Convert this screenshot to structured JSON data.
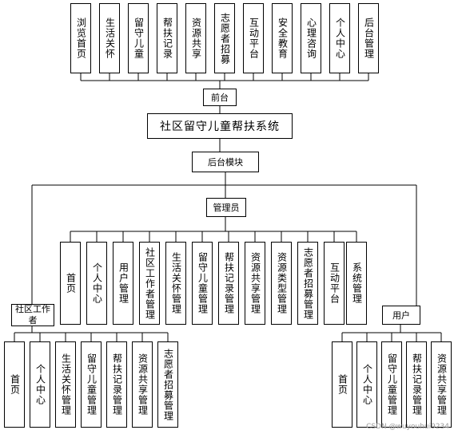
{
  "frontend": {
    "label": "前台",
    "modules": [
      "浏览首页",
      "生活关怀",
      "留守儿童",
      "帮扶记录",
      "资源共享",
      "志愿者招募",
      "互动平台",
      "安全教育",
      "心理咨询",
      "个人中心",
      "后台管理"
    ]
  },
  "system_title": "社区留守儿童帮扶系统",
  "backend": {
    "label": "后台模块"
  },
  "admin": {
    "label": "管理员",
    "modules": [
      "首页",
      "个人中心",
      "用户管理",
      "社区工作者管理",
      "生活关怀管理",
      "留守儿童管理",
      "帮扶记录管理",
      "资源共享管理",
      "资源类型管理",
      "志愿者招募管理",
      "互动平台",
      "系统管理"
    ]
  },
  "worker": {
    "label": "社区工作者",
    "modules": [
      "首页",
      "个人中心",
      "生活关怀管理",
      "留守儿童管理",
      "帮扶记录管理",
      "资源共享管理",
      "志愿者招募管理"
    ]
  },
  "user": {
    "label": "用户",
    "modules": [
      "首页",
      "个人中心",
      "留守儿童管理",
      "帮扶记录管理",
      "资源共享管理"
    ]
  },
  "watermark": "CSDN @wuyouhui9234"
}
